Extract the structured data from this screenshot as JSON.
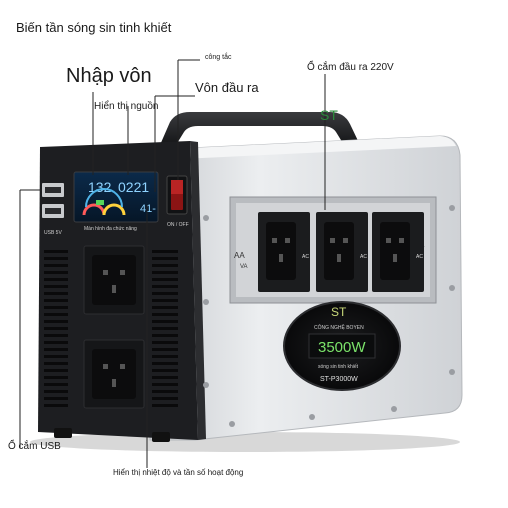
{
  "header": {
    "title": "Biến tần sóng sin tinh khiết"
  },
  "callouts": {
    "input_voltage": "Nhập vôn",
    "power_switch": "công tắc",
    "output_voltage": "Vôn đầu ra",
    "source_display": "Hiển thị nguồn",
    "socket_220v": "Ổ cắm đầu ra 220V",
    "usb_socket": "Ổ cắm USB",
    "temp_freq_display": "Hiển thị nhiệt độ và tần số hoạt động"
  },
  "front_panel": {
    "usb_label": "USB 5V",
    "display_values": {
      "input": "132",
      "output": "0221",
      "temp": "41-"
    },
    "display_caption": "Màn hình đa chức năng",
    "switch_label": "ON / OFF"
  },
  "side_panel": {
    "ac_wave_label": "AA",
    "va_label": "VA",
    "socket_labels": [
      "AC",
      "AC",
      "AC"
    ],
    "brand": "ST",
    "brand_sub": "CÔNG NGHỆ BOYEN",
    "power_rating": "3500W",
    "wave_text": "sóng sin tinh khiết",
    "model": "ST-P3000W"
  },
  "colors": {
    "body_silver": "#d9dbde",
    "front_black": "#1d1e21",
    "lcd_blue": "#4fb3e8",
    "rating_green": "#7be36a"
  }
}
